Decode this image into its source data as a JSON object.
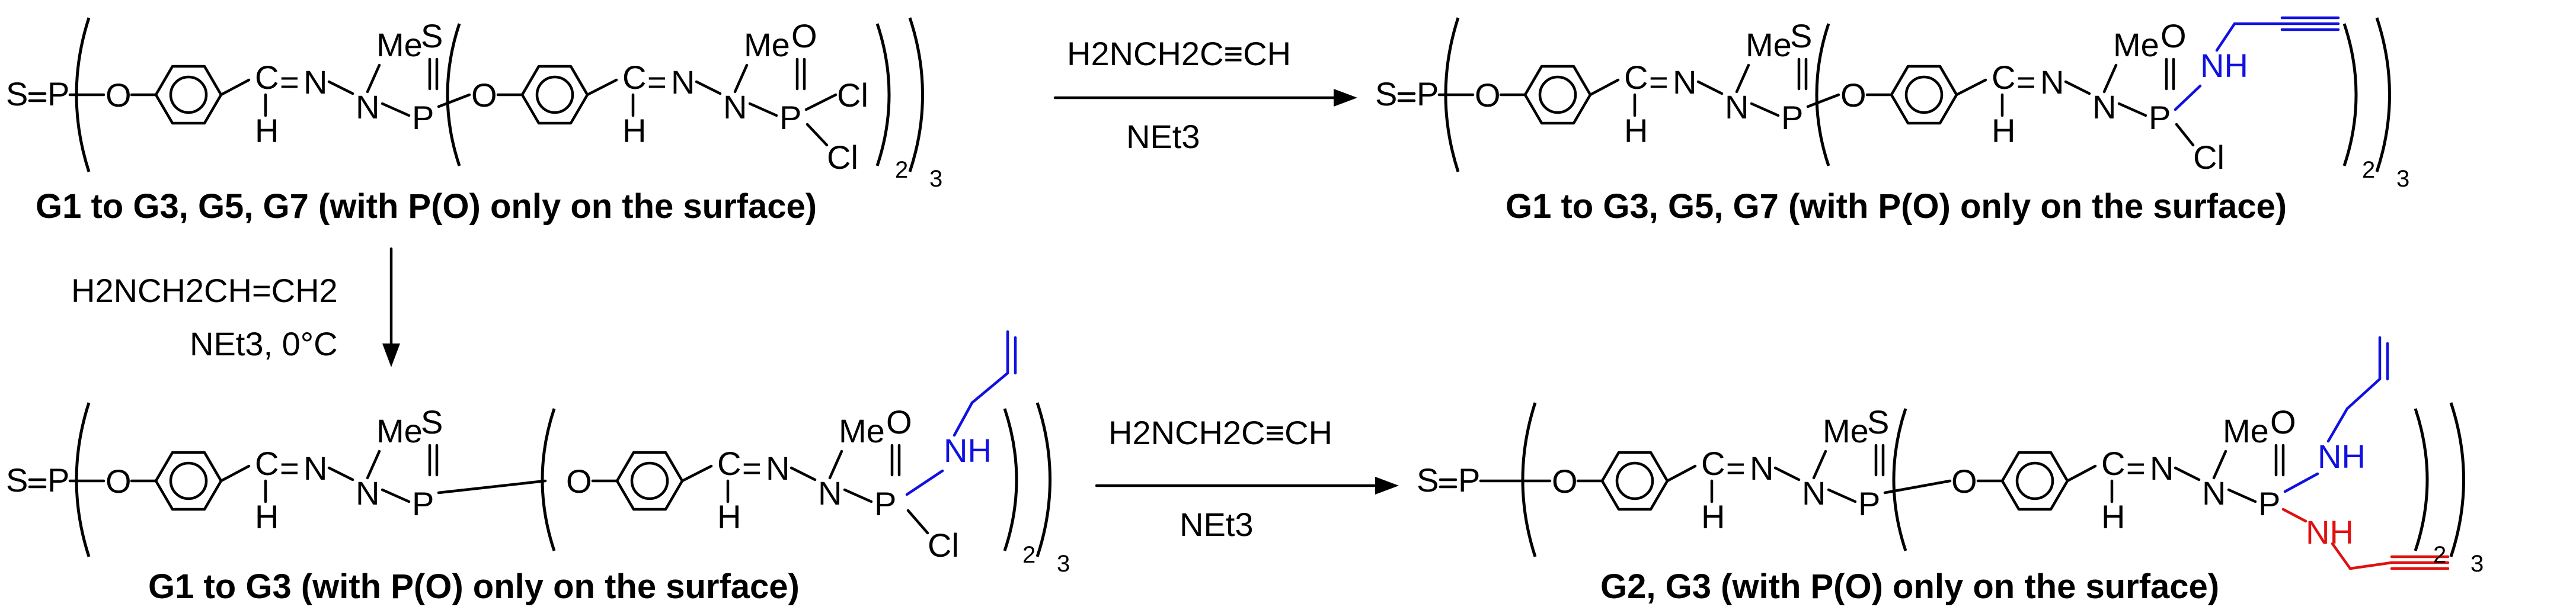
{
  "atoms": {
    "S": "S",
    "P": "P",
    "O": "O",
    "C": "C",
    "H": "H",
    "N": "N",
    "Me": "Me",
    "Cl": "Cl",
    "NH": "NH",
    "eq": "="
  },
  "subscripts": {
    "two": "2",
    "three": "3"
  },
  "captions": {
    "c1": "G1 to G3, G5, G7 (with P(O) only on the surface)",
    "c2": "G1 to G3, G5, G7 (with P(O) only on the surface)",
    "c3": "G1 to G3 (with P(O) only on the surface)",
    "c4": "G2, G3 (with P(O) only on the surface)"
  },
  "reagents": {
    "r1_top": "H2NCH2C≡CH",
    "r1_bottom": "NEt3",
    "r2_top": "H2NCH2CH=CH2",
    "r2_bottom": "NEt3, 0°C",
    "r3_top": "H2NCH2C≡CH",
    "r3_bottom": "NEt3"
  },
  "colors": {
    "allyl": "#1010e0",
    "propargyl_first": "#1010e0",
    "propargyl_second": "#e01010"
  }
}
